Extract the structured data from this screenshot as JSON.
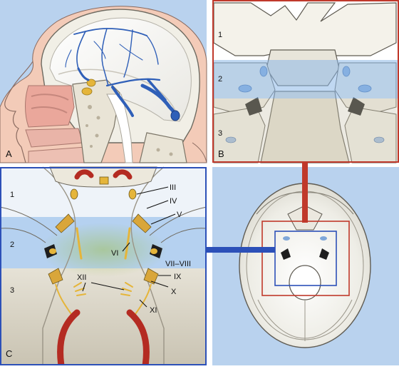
{
  "panels": {
    "A": {
      "letter": "A"
    },
    "B": {
      "letter": "B",
      "zones": [
        "1",
        "2",
        "3"
      ]
    },
    "C": {
      "letter": "C",
      "zones": [
        "1",
        "2",
        "3"
      ]
    },
    "D": {}
  },
  "nerves": [
    {
      "id": "iii",
      "label": "III"
    },
    {
      "id": "iv",
      "label": "IV"
    },
    {
      "id": "v",
      "label": "V"
    },
    {
      "id": "vi",
      "label": "VI"
    },
    {
      "id": "vii-viii",
      "label": "VII–VIII"
    },
    {
      "id": "ix",
      "label": "IX"
    },
    {
      "id": "x",
      "label": "X"
    },
    {
      "id": "xi",
      "label": "XI"
    },
    {
      "id": "xii",
      "label": "XII"
    }
  ],
  "colors": {
    "background_blue": "#b9d2ee",
    "band_blue": "#8db8e8",
    "frame_red": "#c0392b",
    "frame_blue": "#2c50b8",
    "vein_blue": "#2f5fb8",
    "skin": "#f3cbb8",
    "bone": "#f1efe6",
    "artery_red": "#b42b22",
    "nerve_yellow": "#e5b53a"
  }
}
